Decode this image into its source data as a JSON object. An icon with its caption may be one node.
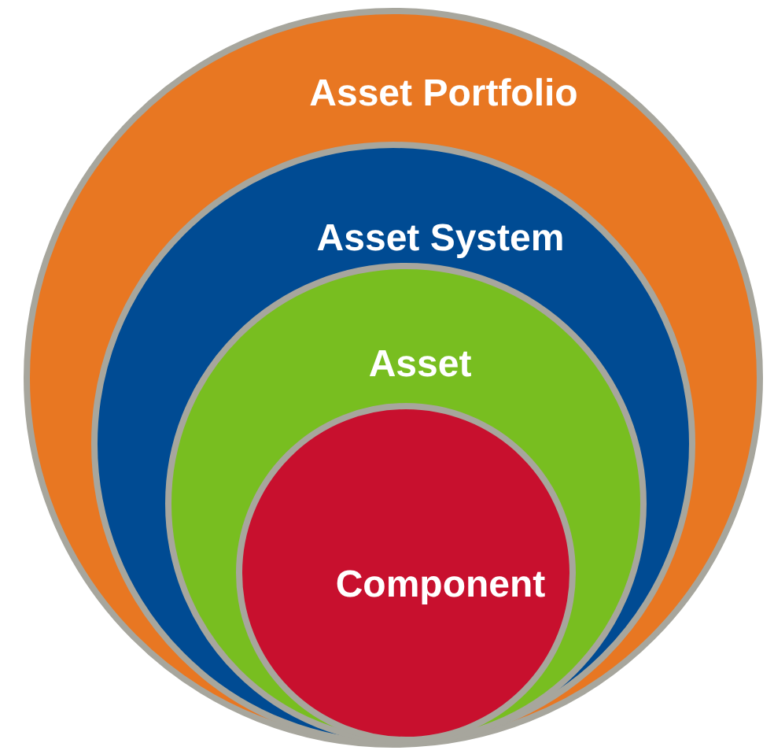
{
  "diagram": {
    "nodes": [
      {
        "text": [
          "Asset Portfolio"
        ]
      },
      {
        "text": [
          "Asset System"
        ],
        "in": 0
      },
      {
        "text": [
          "Asset"
        ],
        "in": 1
      },
      {
        "text": [
          "Component"
        ],
        "in": 2
      }
    ]
  }
}
